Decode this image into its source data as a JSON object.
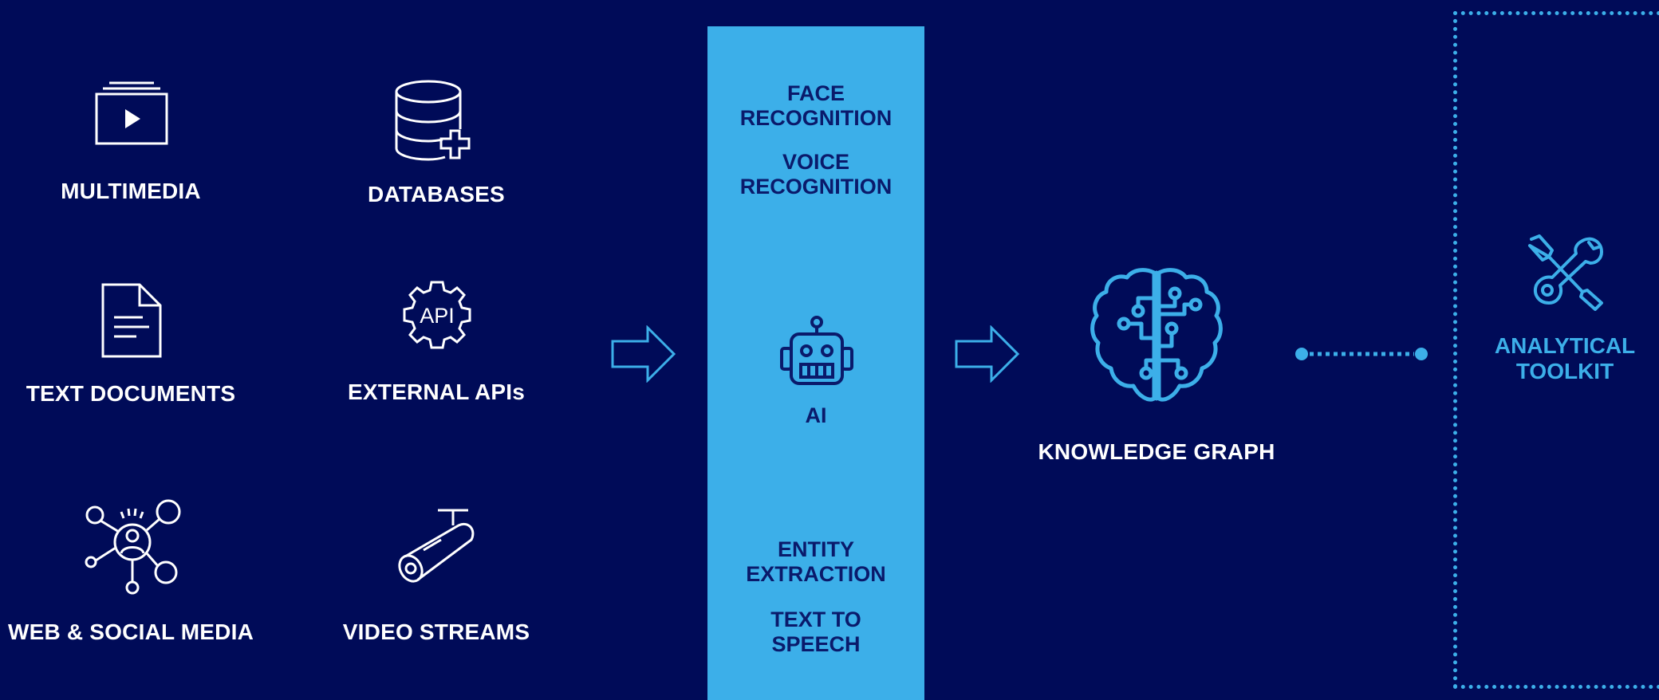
{
  "sources": {
    "multimedia": "MULTIMEDIA",
    "databases": "DATABASES",
    "text_documents": "TEXT DOCUMENTS",
    "external_apis": "EXTERNAL APIs",
    "web_social_media": "WEB & SOCIAL MEDIA",
    "video_streams": "VIDEO STREAMS",
    "api_icon_text": "API"
  },
  "processing": {
    "face_recognition": "FACE\nRECOGNITION",
    "voice_recognition": "VOICE\nRECOGNITION",
    "ai": "AI",
    "entity_extraction": "ENTITY\nEXTRACTION",
    "text_to_speech": "TEXT TO\nSPEECH"
  },
  "output": {
    "knowledge_graph": "KNOWLEDGE GRAPH",
    "analytical_toolkit": "ANALYTICAL\nTOOLKIT"
  },
  "colors": {
    "background": "#000b58",
    "accent": "#3cafe9",
    "dark_text": "#0a1a6b",
    "white": "#ffffff"
  },
  "icons": {
    "multimedia": "video-playlist-icon",
    "databases": "database-add-icon",
    "text_documents": "document-icon",
    "external_apis": "api-gear-icon",
    "web_social_media": "social-network-icon",
    "video_streams": "cctv-camera-icon",
    "ai": "robot-icon",
    "knowledge_graph": "brain-circuit-icon",
    "analytical_toolkit": "tools-icon"
  }
}
